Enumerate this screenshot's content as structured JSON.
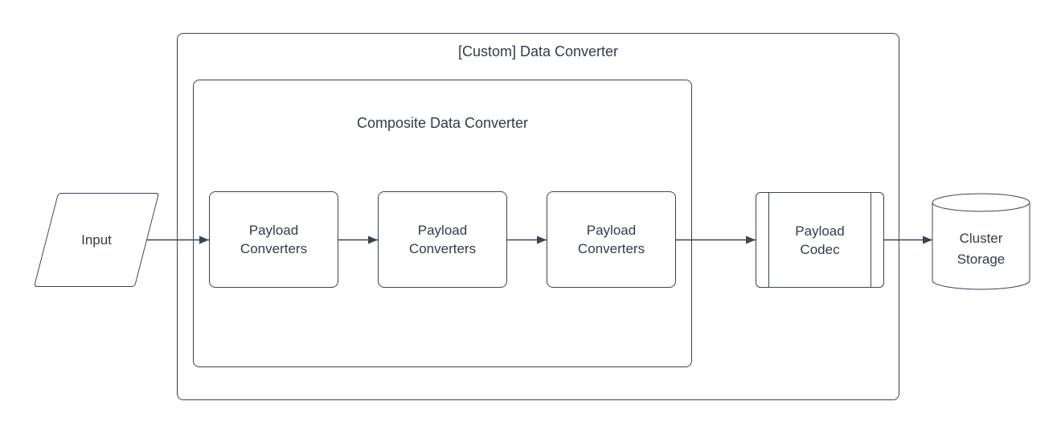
{
  "diagram": {
    "type": "flowchart",
    "groups": {
      "outer": {
        "title": "[Custom] Data Converter"
      },
      "inner": {
        "title": "Composite Data Converter"
      }
    },
    "nodes": {
      "input": {
        "label": "Input",
        "shape": "parallelogram"
      },
      "payload_converters_1": {
        "label": "Payload\nConverters",
        "shape": "rounded-rectangle"
      },
      "payload_converters_2": {
        "label": "Payload\nConverters",
        "shape": "rounded-rectangle"
      },
      "payload_converters_3": {
        "label": "Payload\nConverters",
        "shape": "rounded-rectangle"
      },
      "payload_codec": {
        "label": "Payload\nCodec",
        "shape": "predefined-process"
      },
      "cluster_storage": {
        "label": "Cluster\nStorage",
        "shape": "cylinder"
      }
    },
    "edges": [
      {
        "from": "input",
        "to": "payload_converters_1"
      },
      {
        "from": "payload_converters_1",
        "to": "payload_converters_2"
      },
      {
        "from": "payload_converters_2",
        "to": "payload_converters_3"
      },
      {
        "from": "payload_converters_3",
        "to": "payload_codec"
      },
      {
        "from": "payload_codec",
        "to": "cluster_storage"
      }
    ],
    "colors": {
      "stroke": "#3b4453",
      "text": "#333b49",
      "background": "#ffffff"
    }
  }
}
